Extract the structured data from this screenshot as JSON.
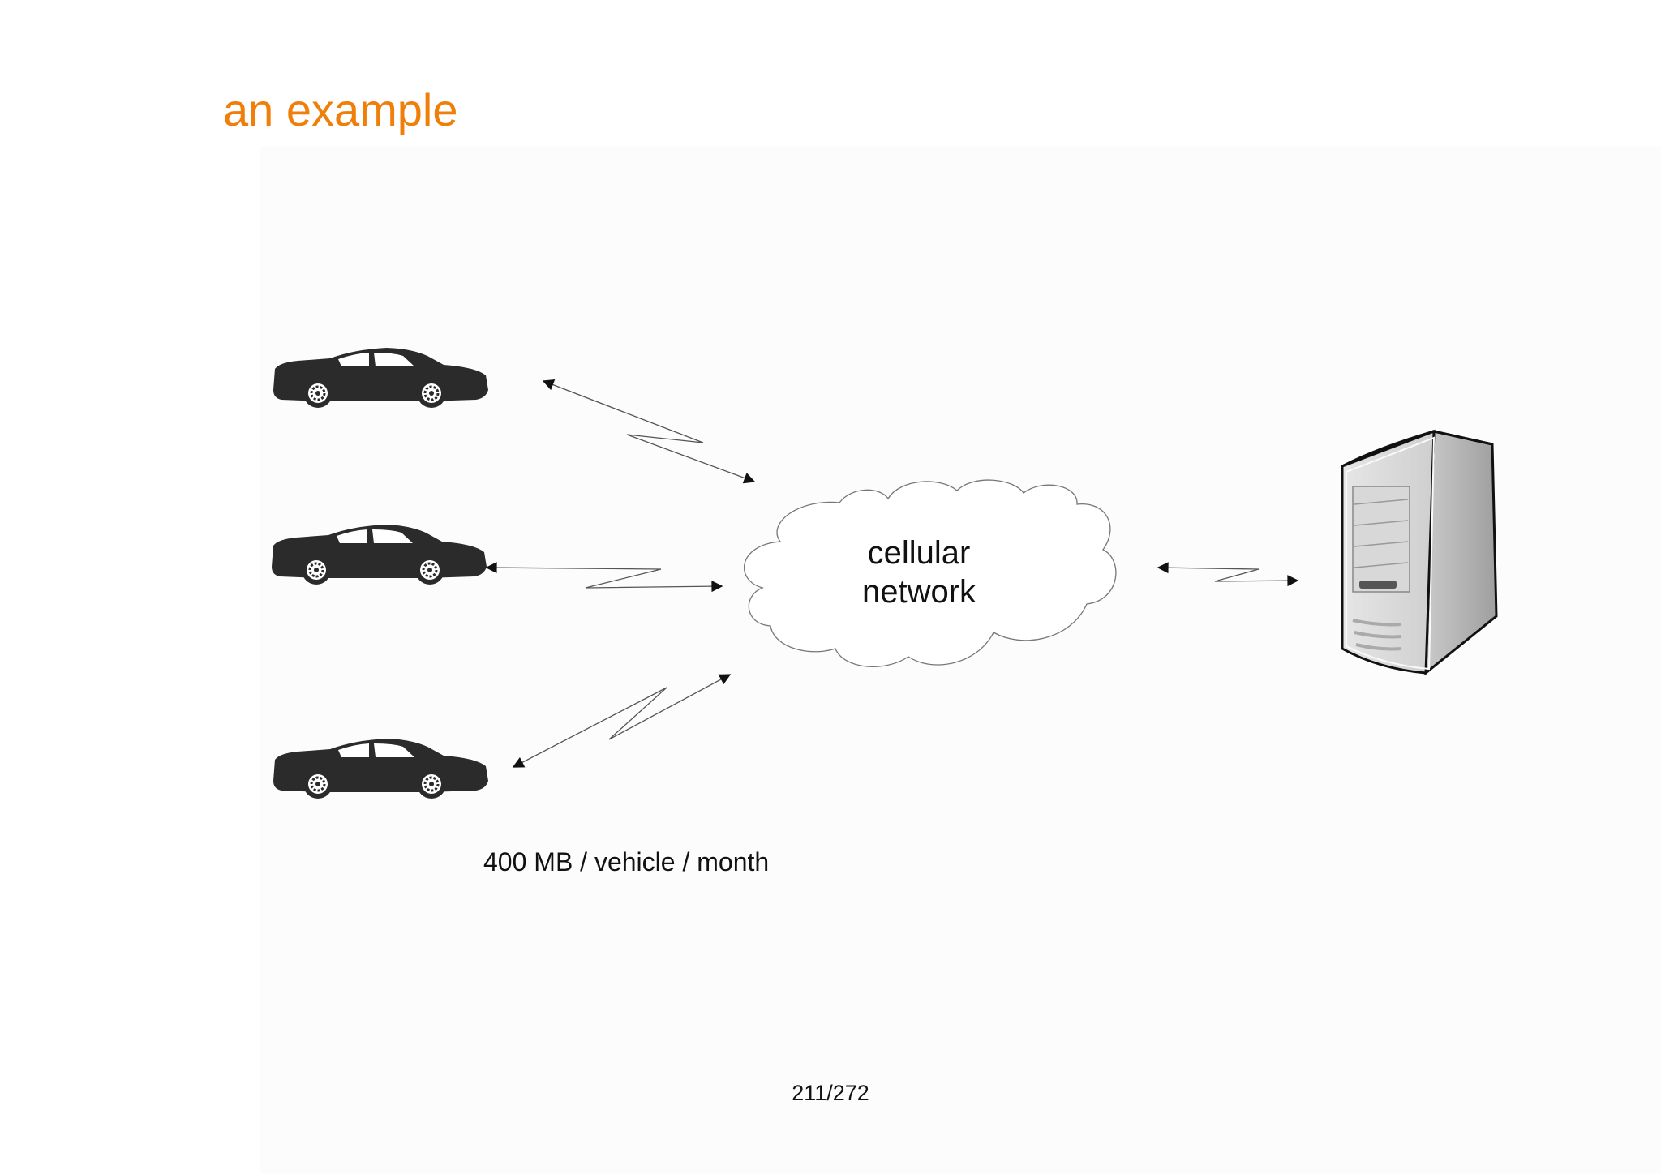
{
  "slide": {
    "title": "an example",
    "caption": "400 MB / vehicle / month",
    "page_number": "211/272",
    "accent_color": "#f07f09"
  },
  "diagram": {
    "nodes": [
      {
        "name": "vehicle-1",
        "icon": "car-icon"
      },
      {
        "name": "vehicle-2",
        "icon": "car-icon"
      },
      {
        "name": "vehicle-3",
        "icon": "car-icon"
      },
      {
        "name": "cellular-network",
        "icon": "cloud-icon",
        "label_line1": "cellular",
        "label_line2": "network"
      },
      {
        "name": "server",
        "icon": "server-tower-icon"
      }
    ],
    "links": [
      {
        "from": "vehicle-1",
        "to": "cellular-network",
        "style": "wireless bidirectional"
      },
      {
        "from": "vehicle-2",
        "to": "cellular-network",
        "style": "wireless bidirectional"
      },
      {
        "from": "vehicle-3",
        "to": "cellular-network",
        "style": "wireless bidirectional"
      },
      {
        "from": "cellular-network",
        "to": "server",
        "style": "wireless bidirectional"
      }
    ]
  }
}
